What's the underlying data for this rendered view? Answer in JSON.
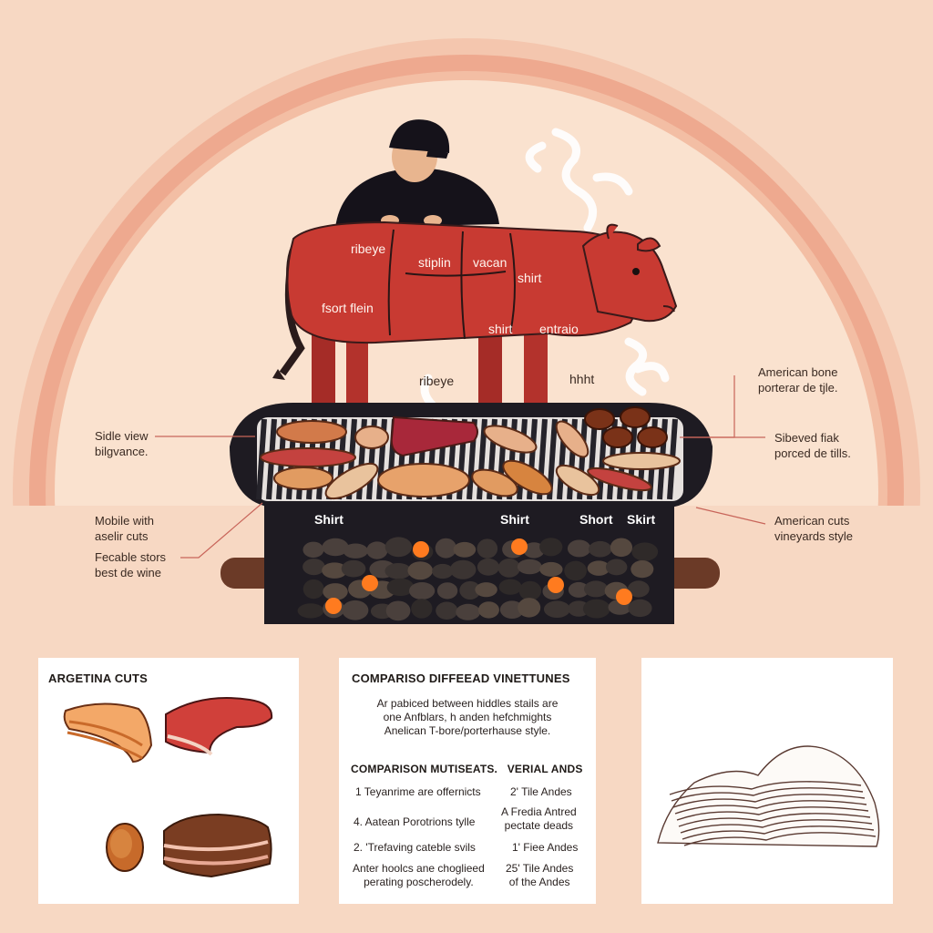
{
  "cow_labels": {
    "ribeye": "ribeye",
    "stiplin": "stiplin",
    "vacan": "vacan",
    "shirt_top": "shirt",
    "fsort_flein": "fsort flein",
    "shirt_mid": "shirt",
    "entraio": "entraio"
  },
  "grill_top_labels": {
    "ribeye": "ribeye",
    "hhht": "hhht"
  },
  "grill_labels": [
    "Shirt",
    "Shirt",
    "Short",
    "Skirt"
  ],
  "left_callouts": {
    "side_view": [
      "Sidle view",
      "bilgvance."
    ],
    "mobile": [
      "Mobile with",
      "aselir cuts"
    ],
    "fecable": [
      "Fecable stors",
      "best de wine"
    ]
  },
  "right_callouts": {
    "american_bone": [
      "American bone",
      "porterar de tjle."
    ],
    "sibeved": [
      "Sibeved fiak",
      "porced de tills."
    ],
    "american_cuts": [
      "American cuts",
      "vineyards style"
    ]
  },
  "panel1": {
    "title": "ARGETINA CUTS"
  },
  "panel2": {
    "title": "COMPARISO DIFFEEAD VINETTUNES",
    "intro": [
      "Ar pabiced between hiddles stails are",
      "one Anfblars, h anden hefchmights",
      "Anelican T-bore/porterhause style."
    ],
    "subtitle": "COMPARISON MUTISEATS.   VERIAL ANDS",
    "rows": [
      {
        "left": "1 Teyanrime are offernicts",
        "right": "2' Tile Andes"
      },
      {
        "left": "4. Aatean Porotrions tylle",
        "right": "A Fredia Antred\npectate deads"
      },
      {
        "left": "2. 'Trefaving cateble svils",
        "right": "1' Fiee Andes"
      },
      {
        "left": "Anter hoolcs ane choglieed\nperating poscherodely.",
        "right": "25' Tile Andes\nof the Andes"
      }
    ]
  },
  "colors": {
    "background": "#f7d8c3",
    "arch": "#eea98f",
    "cow": "#c83a32",
    "grill": "#1e1b22",
    "coal": "#3b3432",
    "ember": "#ff7b1f"
  },
  "icons": [
    "chef",
    "cow",
    "smoke",
    "grill",
    "steak",
    "sausage",
    "coal",
    "mountains"
  ]
}
